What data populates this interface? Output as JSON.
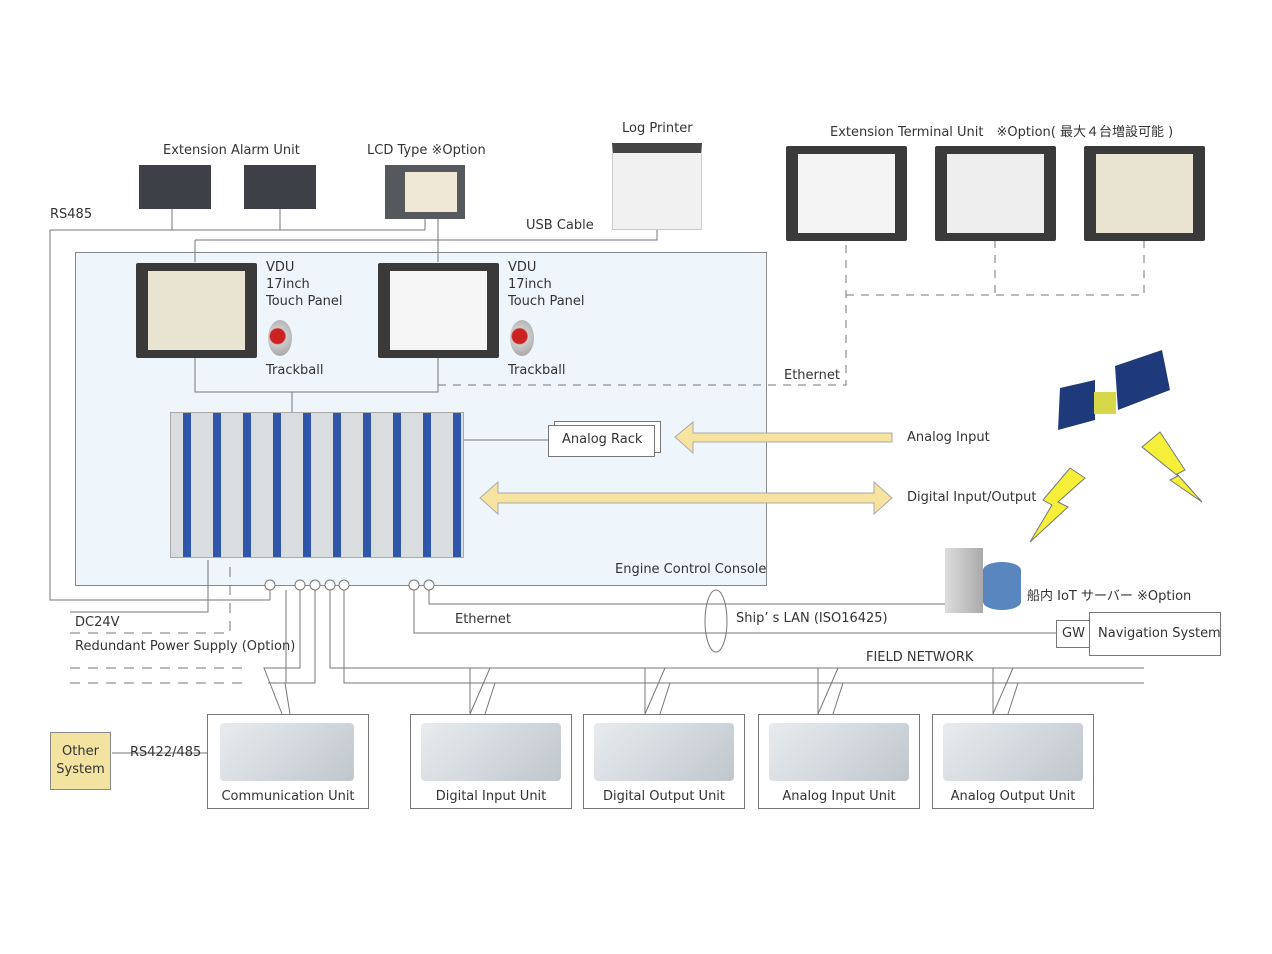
{
  "diagram": {
    "top": {
      "extension_alarm_unit": "Extension Alarm Unit",
      "lcd_type": "LCD Type ※Option",
      "log_printer": "Log Printer",
      "extension_terminal_unit": "Extension Terminal Unit　※Option( 最大４台増設可能 )",
      "rs485": "RS485",
      "usb_cable": "USB Cable"
    },
    "console": {
      "title": "Engine Control Console",
      "vdu_1": {
        "line1": "VDU",
        "line2": "17inch",
        "line3": "Touch Panel",
        "trackball": "Trackball"
      },
      "vdu_2": {
        "line1": "VDU",
        "line2": "17inch",
        "line3": "Touch Panel",
        "trackball": "Trackball"
      },
      "analog_rack": "Analog Rack"
    },
    "signals": {
      "ethernet_terminal": "Ethernet",
      "analog_input": "Analog Input",
      "digital_io": "Digital Input/Output"
    },
    "power": {
      "dc24v": "DC24V",
      "redundant": "Redundant Power Supply (Option)"
    },
    "network": {
      "ethernet": "Ethernet",
      "ships_lan": "Ship’ s LAN (ISO16425)",
      "iot_server": "船内 IoT サーバー ※Option",
      "gw": "GW",
      "navigation": "Navigation System",
      "field_network": "FIELD NETWORK"
    },
    "bottom": {
      "other_system": [
        "Other",
        "System"
      ],
      "rs422": "RS422/485",
      "units": [
        "Communication Unit",
        "Digital Input Unit",
        "Digital Output Unit",
        "Analog Input Unit",
        "Analog Output Unit"
      ]
    },
    "colors": {
      "console_bg": "#eef5fb",
      "arrow_fill": "#f6e3a0",
      "other_system_bg": "#f3e3a0",
      "bolt": "#f5ef3a"
    }
  }
}
